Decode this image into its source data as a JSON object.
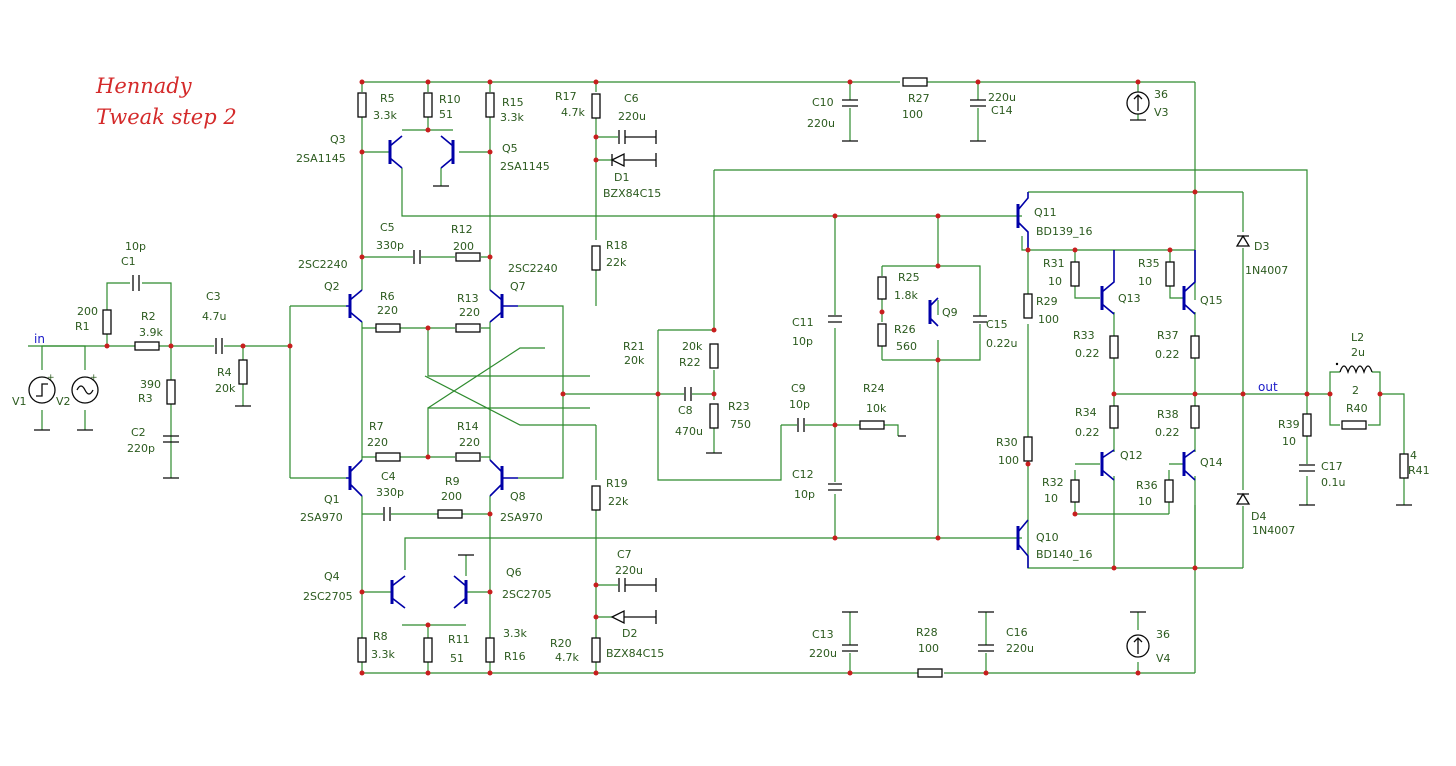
{
  "title": {
    "line1": "Hennady",
    "line2": "Tweak  step 2"
  },
  "nets": {
    "input": "in",
    "output": "out"
  },
  "sources": {
    "v1": "V1",
    "v2": "V2",
    "v3_name": "V3",
    "v3_value": "36",
    "v4_name": "V4",
    "v4_value": "36"
  },
  "resistors": {
    "r1_name": "R1",
    "r1_value": "200",
    "r2_name": "R2",
    "r2_value": "3.9k",
    "r3_name": "R3",
    "r3_value": "390",
    "r4_name": "R4",
    "r4_value": "20k",
    "r5_name": "R5",
    "r5_value": "3.3k",
    "r6_name": "R6",
    "r6_value": "220",
    "r7_name": "R7",
    "r7_value": "220",
    "r8_name": "R8",
    "r8_value": "3.3k",
    "r9_name": "R9",
    "r9_value": "200",
    "r10_name": "R10",
    "r10_value": "51",
    "r11_name": "R11",
    "r11_value": "51",
    "r12_name": "R12",
    "r12_value": "200",
    "r13_name": "R13",
    "r13_value": "220",
    "r14_name": "R14",
    "r14_value": "220",
    "r15_name": "R15",
    "r15_value": "3.3k",
    "r16_name": "R16",
    "r16_value": "3.3k",
    "r17_name": "R17",
    "r17_value": "4.7k",
    "r18_name": "R18",
    "r18_value": "22k",
    "r19_name": "R19",
    "r19_value": "22k",
    "r20_name": "R20",
    "r20_value": "4.7k",
    "r21_name": "R21",
    "r21_value": "20k",
    "r22_name": "R22",
    "r22_value": "20k",
    "r23_name": "R23",
    "r23_value": "750",
    "r24_name": "R24",
    "r24_value": "10k",
    "r25_name": "R25",
    "r25_value": "1.8k",
    "r26_name": "R26",
    "r26_value": "560",
    "r27_name": "R27",
    "r27_value": "100",
    "r28_name": "R28",
    "r28_value": "100",
    "r29_name": "R29",
    "r29_value": "100",
    "r30_name": "R30",
    "r30_value": "100",
    "r31_name": "R31",
    "r31_value": "10",
    "r32_name": "R32",
    "r32_value": "10",
    "r33_name": "R33",
    "r33_value": "0.22",
    "r34_name": "R34",
    "r34_value": "0.22",
    "r35_name": "R35",
    "r35_value": "10",
    "r36_name": "R36",
    "r36_value": "10",
    "r37_name": "R37",
    "r37_value": "0.22",
    "r38_name": "R38",
    "r38_value": "0.22",
    "r39_name": "R39",
    "r39_value": "10",
    "r40_name": "R40",
    "r40_value": "2",
    "r41_name": "R41",
    "r41_value": "4"
  },
  "capacitors": {
    "c1_name": "C1",
    "c1_value": "10p",
    "c2_name": "C2",
    "c2_value": "220p",
    "c3_name": "C3",
    "c3_value": "4.7u",
    "c4_name": "C4",
    "c4_value": "330p",
    "c5_name": "C5",
    "c5_value": "330p",
    "c6_name": "C6",
    "c6_value": "220u",
    "c7_name": "C7",
    "c7_value": "220u",
    "c8_name": "C8",
    "c8_value": "470u",
    "c9_name": "C9",
    "c9_value": "10p",
    "c10_name": "C10",
    "c10_value": "220u",
    "c11_name": "C11",
    "c11_value": "10p",
    "c12_name": "C12",
    "c12_value": "10p",
    "c13_name": "C13",
    "c13_value": "220u",
    "c14_name": "C14",
    "c14_value": "220u",
    "c15_name": "C15",
    "c15_value": "0.22u",
    "c16_name": "C16",
    "c16_value": "220u",
    "c17_name": "C17",
    "c17_value": "0.1u"
  },
  "inductors": {
    "l2_name": "L2",
    "l2_value": "2u"
  },
  "diodes": {
    "d1_name": "D1",
    "d1_type": "BZX84C15",
    "d2_name": "D2",
    "d2_type": "BZX84C15",
    "d3_name": "D3",
    "d3_type": "1N4007",
    "d4_name": "D4",
    "d4_type": "1N4007"
  },
  "transistors": {
    "q1_name": "Q1",
    "q1_type": "2SA970",
    "q2_name": "Q2",
    "q2_type": "2SC2240",
    "q3_name": "Q3",
    "q3_type": "2SA1145",
    "q4_name": "Q4",
    "q4_type": "2SC2705",
    "q5_name": "Q5",
    "q5_type": "2SA1145",
    "q6_name": "Q6",
    "q6_type": "2SC2705",
    "q7_name": "Q7",
    "q7_type": "2SC2240",
    "q8_name": "Q8",
    "q8_type": "2SA970",
    "q9_name": "Q9",
    "q10_name": "Q10",
    "q10_type": "BD140_16",
    "q11_name": "Q11",
    "q11_type": "BD139_16",
    "q12_name": "Q12",
    "q13_name": "Q13",
    "q14_name": "Q14",
    "q15_name": "Q15"
  },
  "colors": {
    "wire": "#2e8b2e",
    "label": "#2b5a1e",
    "junction": "#c81e1e",
    "transistor": "#0000a8",
    "title": "#d42a2a",
    "net": "#1a1ac8"
  }
}
